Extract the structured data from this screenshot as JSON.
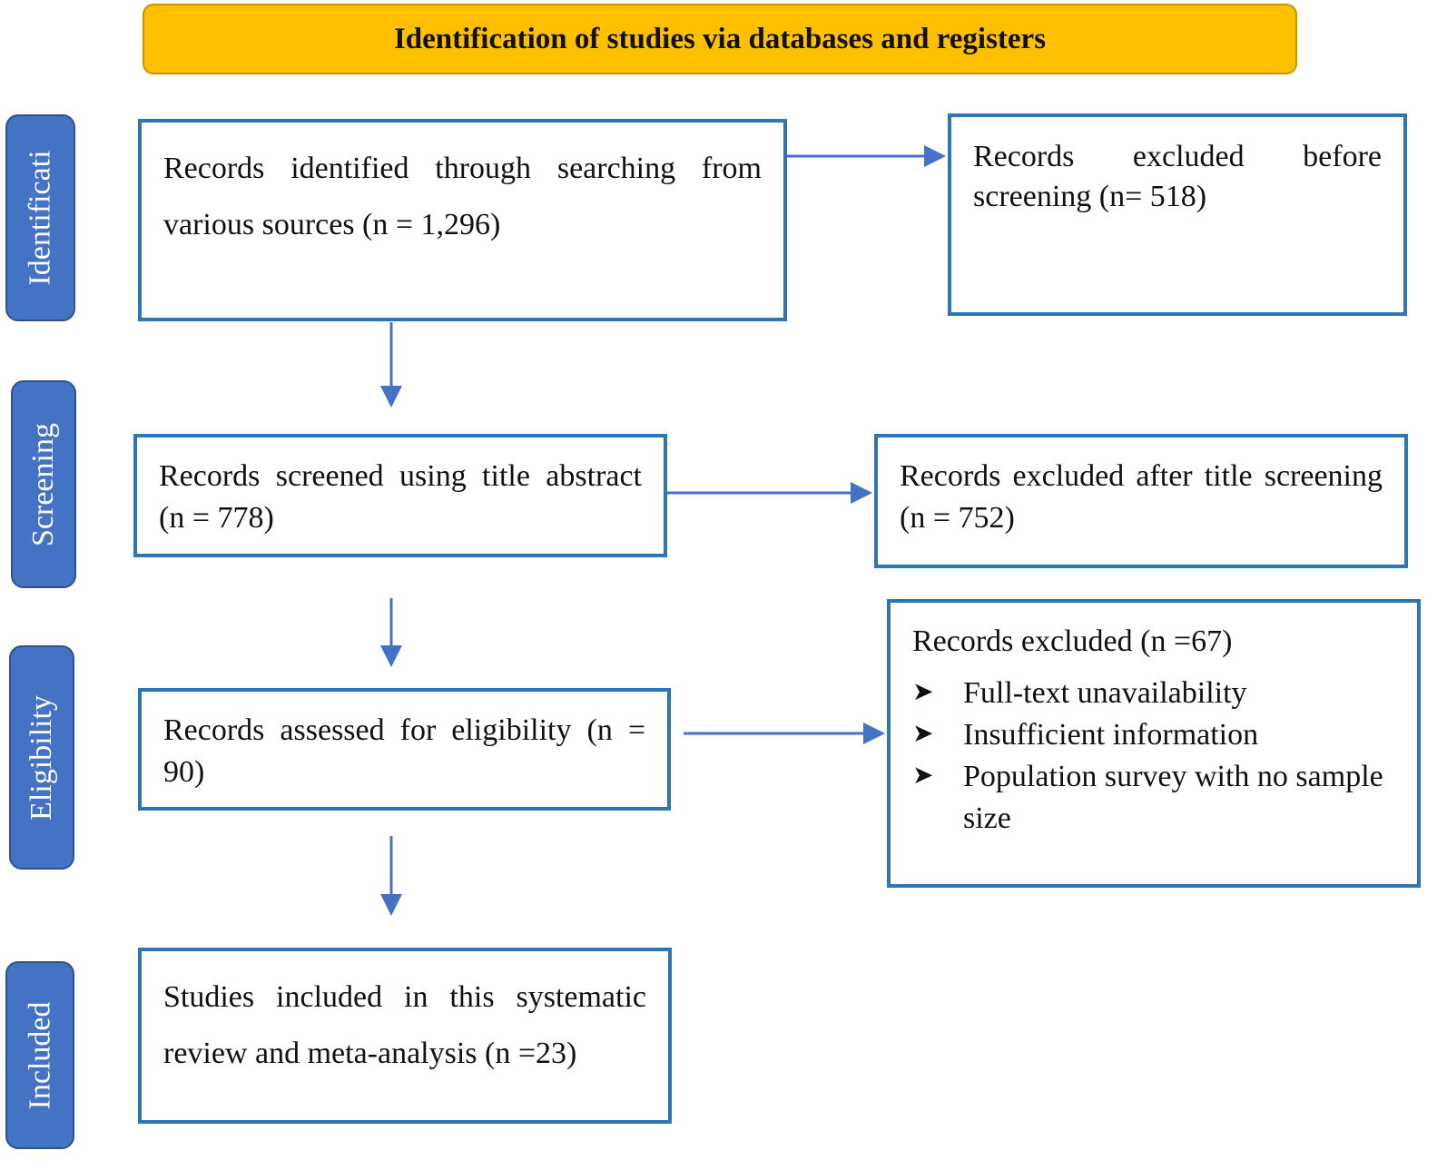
{
  "header": {
    "title": "Identification of studies via databases and registers"
  },
  "stages": {
    "identification": "Identificati",
    "screening": "Screening",
    "eligibility": "Eligibility",
    "included": "Included"
  },
  "boxes": {
    "identified": "Records identified through searching from various sources (n = 1,296)",
    "excluded_before": "Records excluded before screening (n= 518)",
    "screened": "Records screened using title abstract (n = 778)",
    "excluded_title": "Records excluded after title screening (n = 752)",
    "assessed": "Records assessed for eligibility (n = 90)",
    "excluded_eligibility": {
      "title": "Records excluded (n =67)",
      "reasons": [
        "Full-text unavailability",
        "Insufficient information",
        "Population survey with no sample size"
      ]
    },
    "included": "Studies included in this systematic review and meta-analysis (n =23)"
  },
  "colors": {
    "header_fill": "#ffc000",
    "stage_fill": "#4472c4",
    "box_border": "#2e75b6",
    "arrow": "#4472c4"
  },
  "icons": {
    "bullet": "arrowhead-bullet-icon"
  }
}
